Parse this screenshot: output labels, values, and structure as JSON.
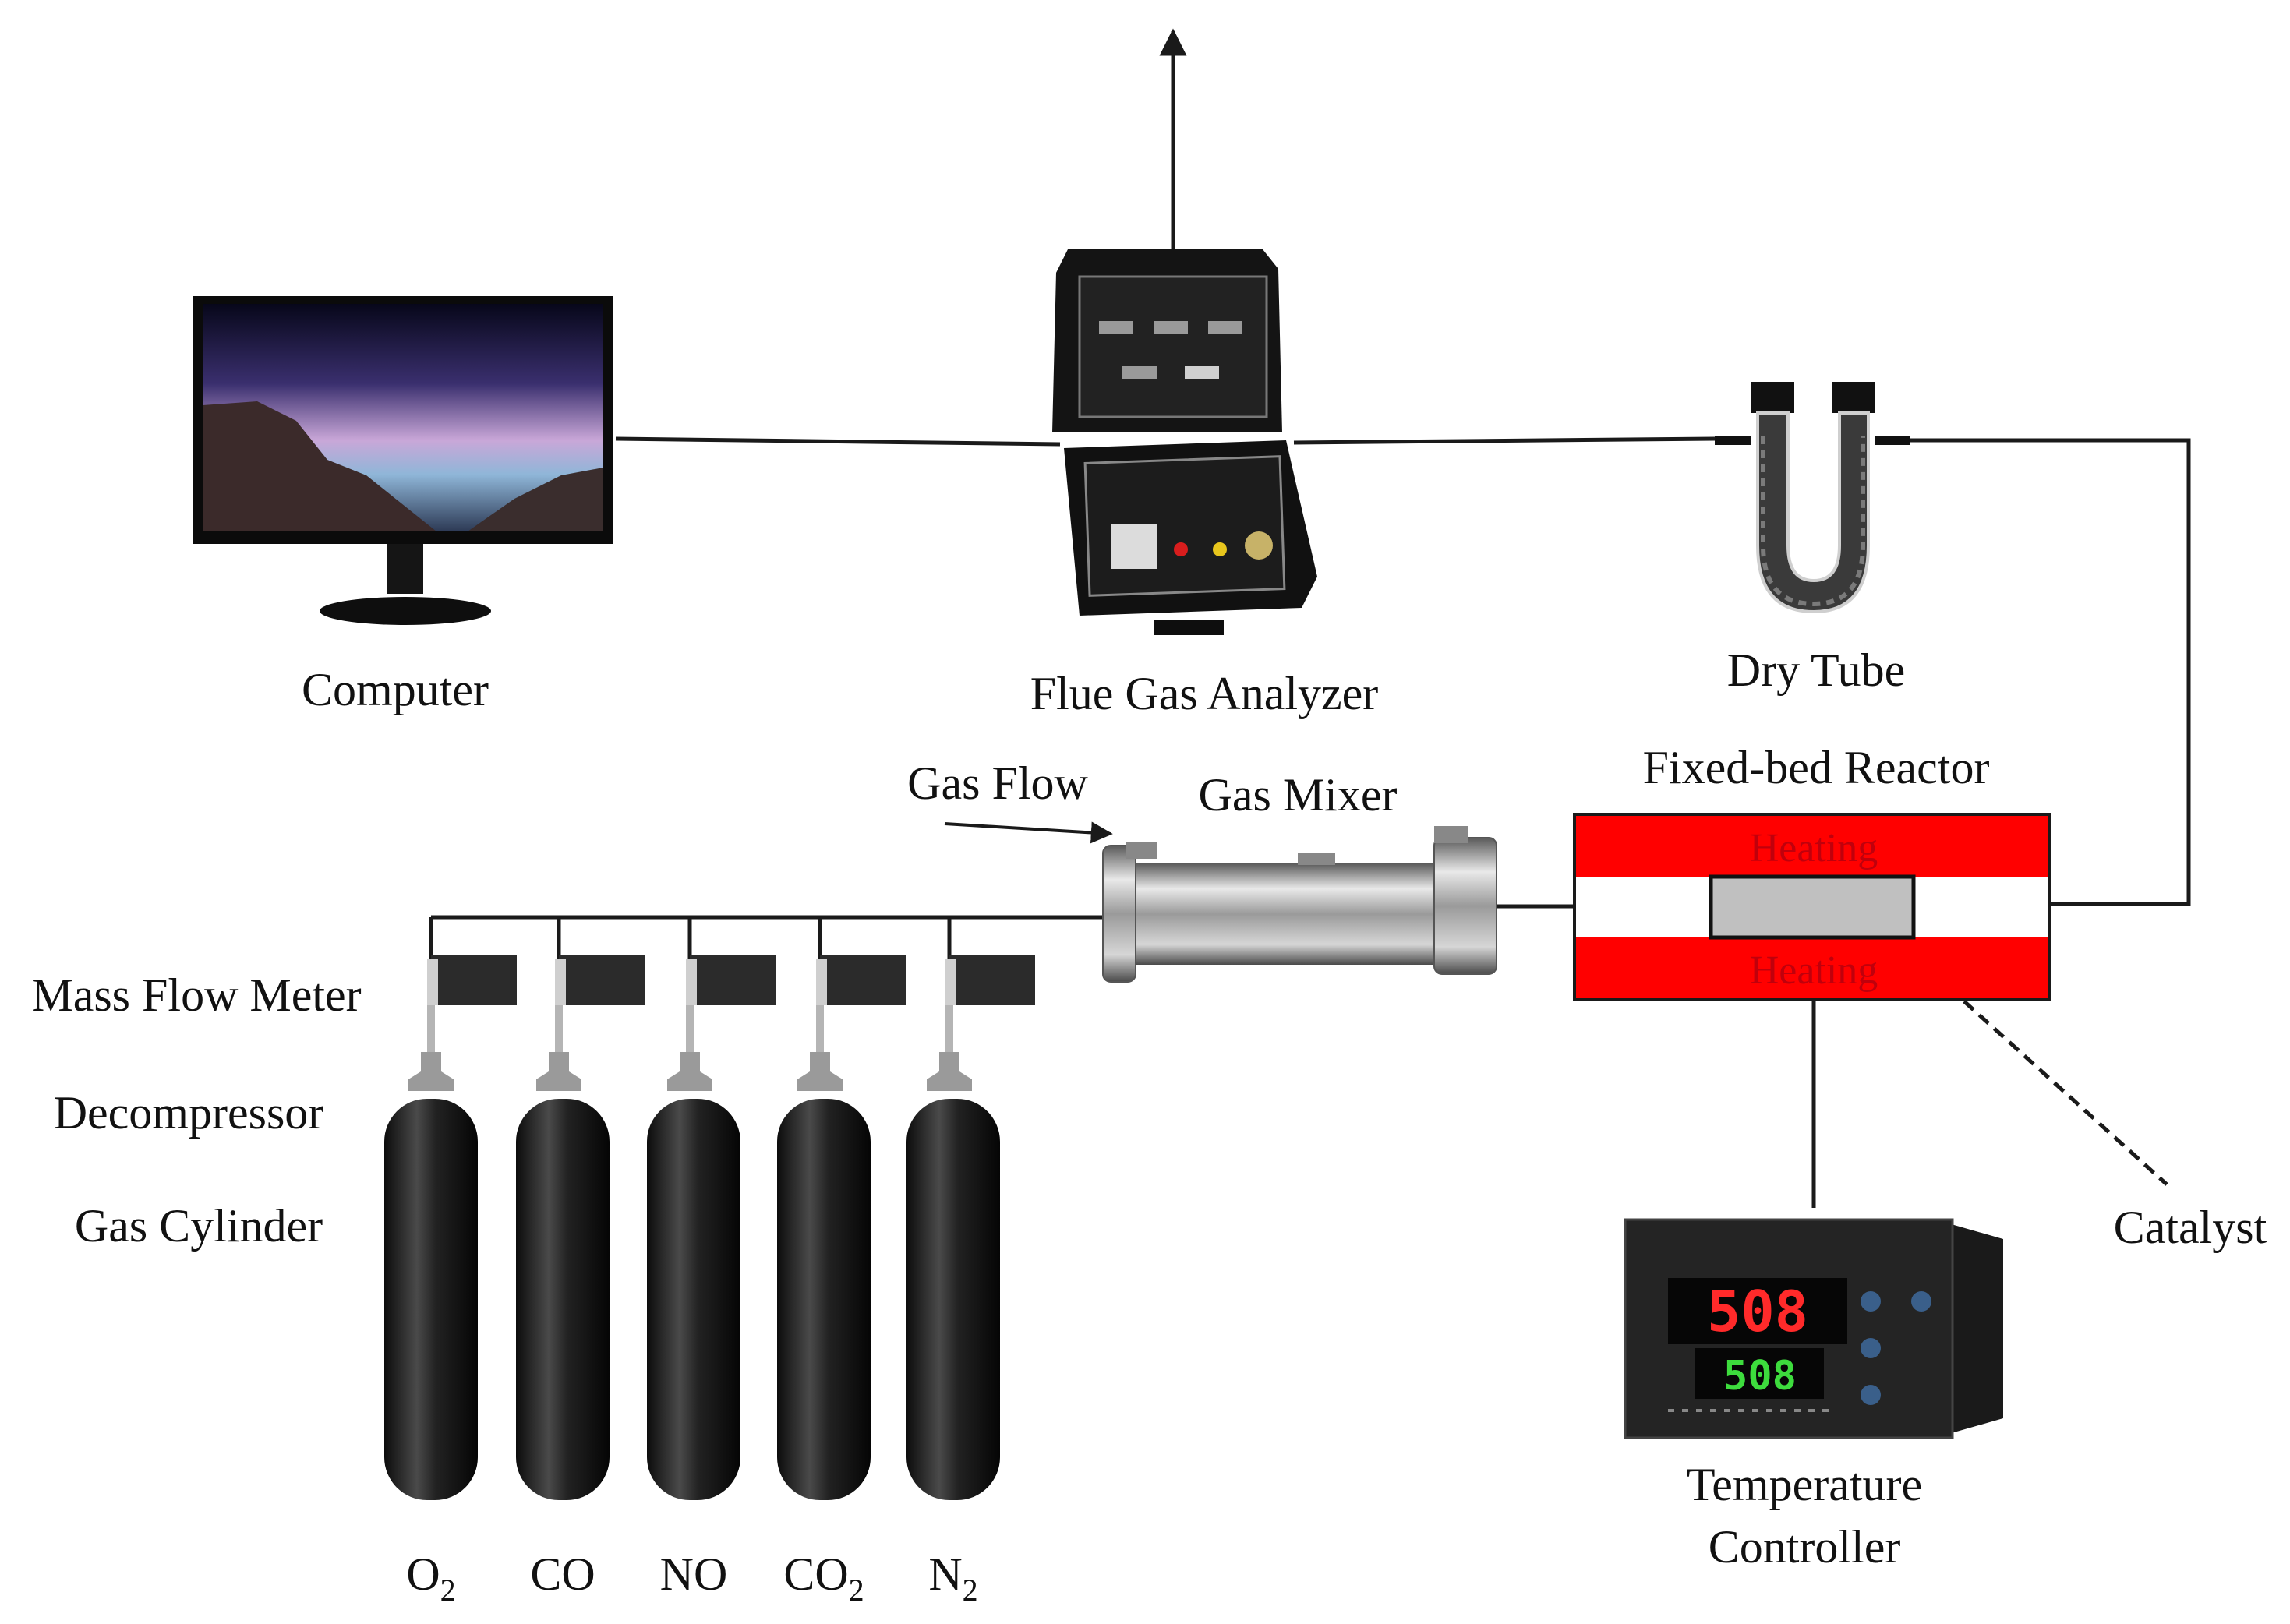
{
  "labels": {
    "computer": "Computer",
    "flue_gas_analyzer": "Flue Gas Analyzer",
    "dry_tube": "Dry Tube",
    "fixed_bed_reactor": "Fixed-bed Reactor",
    "gas_flow": "Gas Flow",
    "gas_mixer": "Gas Mixer",
    "mass_flow_meter": "Mass Flow Meter",
    "decompressor": "Decompressor",
    "gas_cylinder": "Gas Cylinder",
    "catalyst": "Catalyst",
    "temperature_controller_line1": "Temperature",
    "temperature_controller_line2": "Controller",
    "heating_top": "Heating",
    "heating_bottom": "Heating"
  },
  "gases": [
    {
      "base": "O",
      "sub": "2"
    },
    {
      "base": "CO",
      "sub": ""
    },
    {
      "base": "NO",
      "sub": ""
    },
    {
      "base": "CO",
      "sub": "2"
    },
    {
      "base": "N",
      "sub": "2"
    }
  ],
  "controller_display": {
    "pv": "508",
    "sv": "508"
  },
  "colors": {
    "heating": "#ff0000",
    "heating_text": "#c0000c",
    "catalyst_bed": "#c0c0c0",
    "line": "#1a1a1a"
  }
}
